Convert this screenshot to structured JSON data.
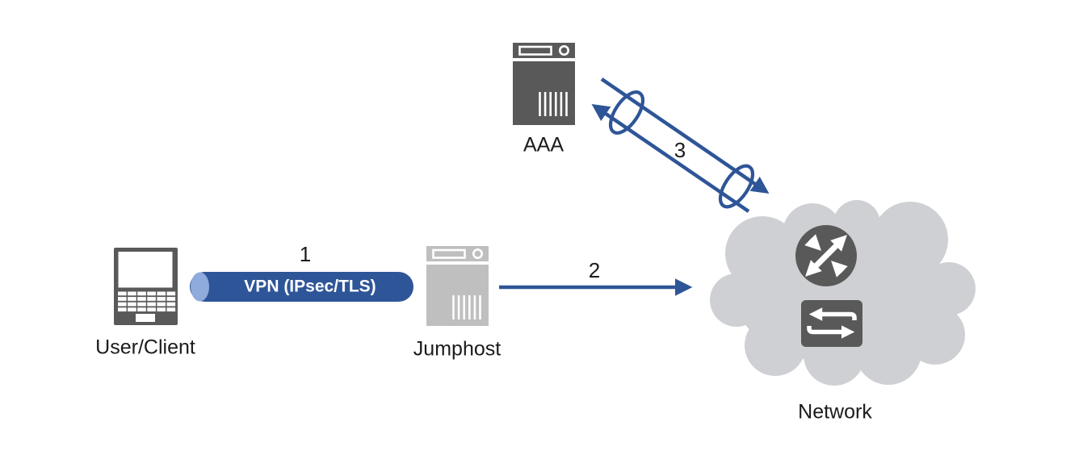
{
  "colors": {
    "accent_blue": "#2E5597",
    "tunnel_cap_blue": "#8FAADC",
    "icon_dark_gray": "#595959",
    "jumphost_gray": "#BFBFBF",
    "cloud_gray": "#CFD0D3",
    "text": "#1B1B1B"
  },
  "nodes": {
    "user_client": {
      "label": "User/Client",
      "icon": "laptop-icon"
    },
    "jumphost": {
      "label": "Jumphost",
      "icon": "server-icon"
    },
    "aaa": {
      "label": "AAA",
      "icon": "server-icon"
    },
    "network": {
      "label": "Network",
      "icon": "cloud-icon",
      "contains": [
        "router-icon",
        "switch-icon"
      ]
    }
  },
  "connections": {
    "step1": {
      "number": "1",
      "label": "VPN (IPsec/TLS)",
      "from": "User/Client",
      "to": "Jumphost",
      "style": "vpn-tunnel-pill"
    },
    "step2": {
      "number": "2",
      "from": "Jumphost",
      "to": "Network",
      "style": "arrow-right"
    },
    "step3": {
      "number": "3",
      "from": "Network",
      "to": "AAA",
      "style": "secure-tunnel-bidirectional"
    }
  }
}
